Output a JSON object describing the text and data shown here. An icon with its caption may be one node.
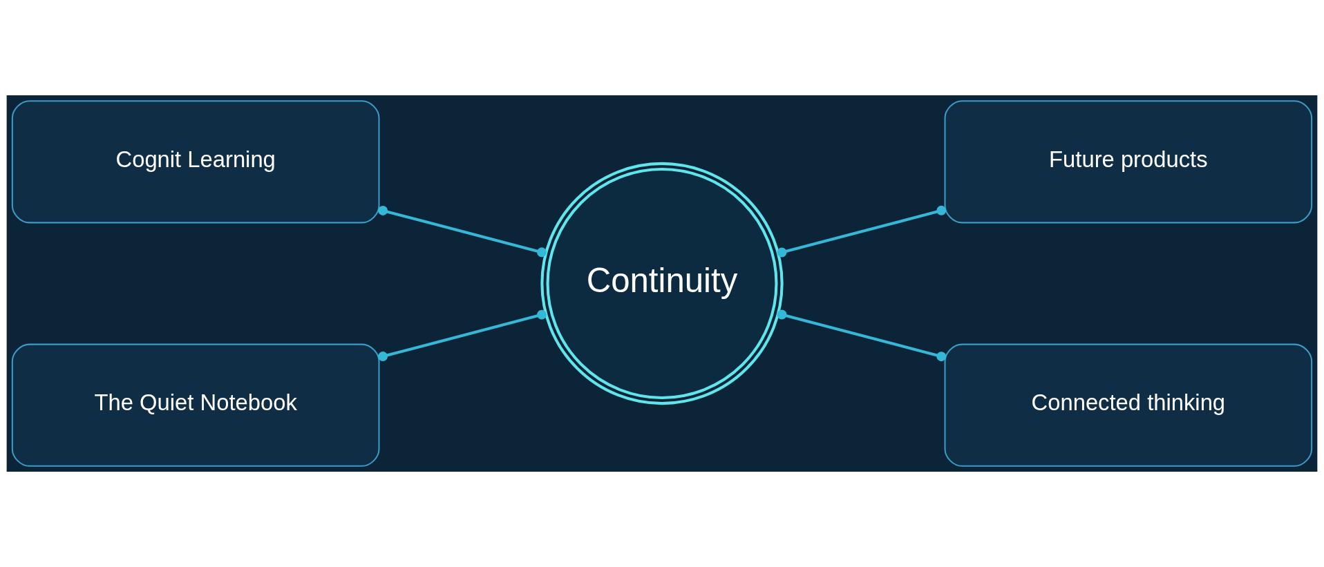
{
  "diagram": {
    "nodes": [
      {
        "text": [
          "Cognit Learning"
        ]
      },
      {
        "text": [
          "Future products"
        ]
      },
      {
        "text": [
          "Continuity"
        ]
      },
      {
        "text": [
          "The Quiet Notebook"
        ]
      },
      {
        "text": [
          "Connected thinking"
        ]
      }
    ],
    "edges": [
      {
        "from": 0,
        "to": 2,
        "arrow": "other"
      },
      {
        "from": 2,
        "to": 1,
        "arrow": "other"
      },
      {
        "from": 3,
        "to": 2,
        "arrow": "other"
      },
      {
        "from": 2,
        "to": 4,
        "arrow": "other"
      }
    ]
  }
}
